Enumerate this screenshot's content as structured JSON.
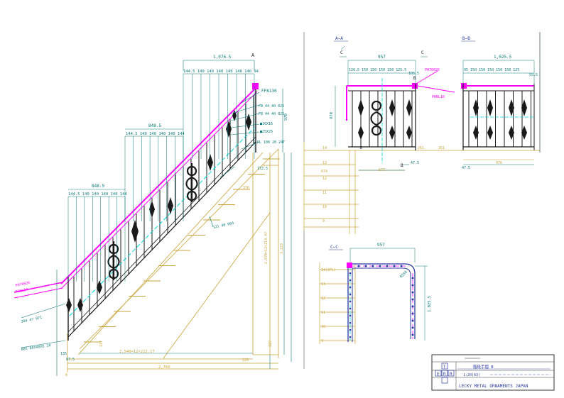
{
  "colors": {
    "dim": "#0a7a78",
    "stair": "#c8a43a",
    "rail": "#ff00ff",
    "iron": "#1a1a1a",
    "center": "#00d8d8",
    "frame": "#333333",
    "blue": "#2a3aa0"
  },
  "elevation": {
    "top_width": "1,076.5",
    "level3": "848.5",
    "level2": "848.5",
    "spacing_top": "144.5 140 140 140 140 140 140 94",
    "spacing_mid": "144.5 140 140 140 140 144",
    "spacing_low": "144.5 140 140 140 140 144",
    "section_mark": "A",
    "labels": {
      "post_top": "FPA130",
      "fb1": "FB 44 40 025",
      "fb2": "FB 44 40 025",
      "sq1": "■16X16",
      "sq2": "■25X25",
      "plate": "PL 100 20 24T",
      "height": "970",
      "dim_172": "172.5",
      "dim_376": "376",
      "diag": "121 40 004",
      "rise_total": "2,970=12×214.47",
      "riser_total": "3,223",
      "run_total": "2,546=12×212.17",
      "overall": "2,760",
      "dim_220": "220",
      "dim_227a": "227",
      "dim_227b": "227",
      "dim_875": "87.5",
      "dim_135": "135",
      "bottom_num": "8",
      "ph_rail1": "PH70826",
      "ph_rail2": "PHBL10",
      "base1": "304 47 071",
      "base2": "805 80X40X6 20"
    }
  },
  "section_aa": {
    "title": "A−A",
    "mark_c": "C",
    "top": "957",
    "spacing": "126.5 150 150 150 150 125.5",
    "left_offset": "105.5",
    "height": "970",
    "rail_label": "PH70826",
    "rail_label2": "PHBL10",
    "dim_677": "677",
    "dim_475": "47.5",
    "dim_261": "261",
    "dim_261b": "261",
    "mark_b": "B",
    "steps": [
      "14",
      "13",
      "674",
      "12",
      "11",
      "10",
      "9"
    ]
  },
  "section_bb": {
    "title": "B−B",
    "top": "1,025.5",
    "spacing": "95 150 150 150 150 150 125",
    "right_offset": "55.5",
    "dim_976": "976",
    "dim_475": "47.5"
  },
  "section_cc": {
    "title": "C−C",
    "top": "957",
    "side": "1,025.5",
    "corner": "R550",
    "steps": [
      "14(2FL)",
      "13",
      "12",
      "11",
      "10",
      "9"
    ]
  },
  "title_block": {
    "project_label": "階段手摺 B",
    "scale": "1:20(A3)",
    "company": "LECKY METAL ORNAMENTS JAPAN",
    "logo": [
      "T",
      "E",
      "R",
      "R"
    ]
  }
}
